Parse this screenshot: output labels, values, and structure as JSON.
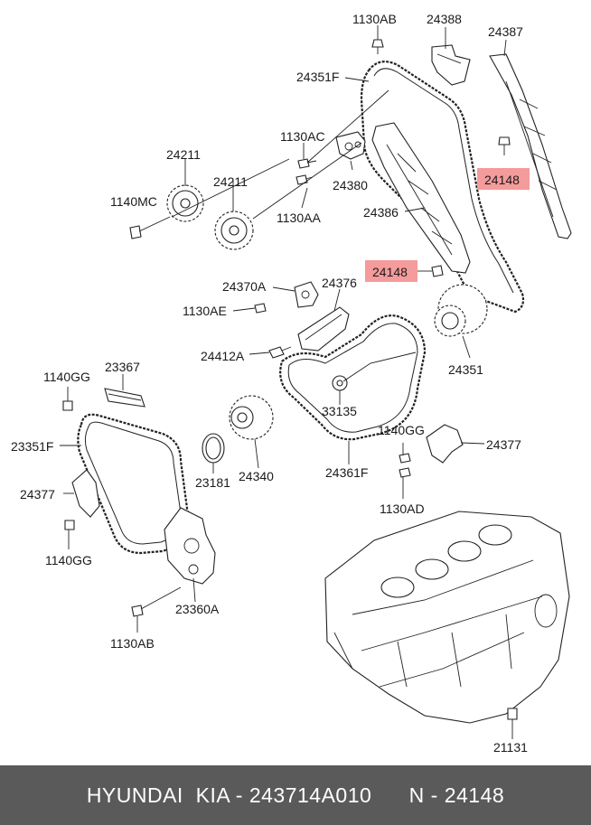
{
  "parts": {
    "p_1130AB_top": "1130AB",
    "p_24388": "24388",
    "p_24387": "24387",
    "p_24351F": "24351F",
    "p_1130AC": "1130AC",
    "p_24211_a": "24211",
    "p_24211_b": "24211",
    "p_1140MC": "1140MC",
    "p_24380": "24380",
    "p_1130AA": "1130AA",
    "p_24386": "24386",
    "p_24148_a": "24148",
    "p_24148_b": "24148",
    "p_24370A": "24370A",
    "p_24376": "24376",
    "p_1130AE": "1130AE",
    "p_24412A": "24412A",
    "p_24351": "24351",
    "p_1140GG_a": "1140GG",
    "p_23367": "23367",
    "p_33135": "33135",
    "p_23351F": "23351F",
    "p_1140GG_b": "1140GG",
    "p_24377_a": "24377",
    "p_23181": "23181",
    "p_24340": "24340",
    "p_24361F": "24361F",
    "p_1130AD": "1130AD",
    "p_24377_b": "24377",
    "p_1140GG_c": "1140GG",
    "p_23360A": "23360A",
    "p_1130AB_bottom": "1130AB",
    "p_21131": "21131"
  },
  "colors": {
    "highlight": "#f59b9b",
    "footer_bg": "#5a5a5a",
    "footer_text": "#ffffff"
  },
  "footer": {
    "brand": "HYUNDAI  KIA - 243714A010",
    "ref": "N - 24148"
  }
}
